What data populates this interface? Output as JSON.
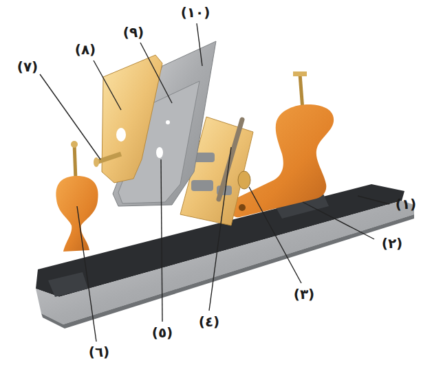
{
  "diagram": {
    "labels": [
      "(١)",
      "(٢)",
      "(٣)",
      "(٤)",
      "(٥)",
      "(٦)",
      "(٧)",
      "(٨)",
      "(٩)",
      "(١٠)"
    ]
  }
}
